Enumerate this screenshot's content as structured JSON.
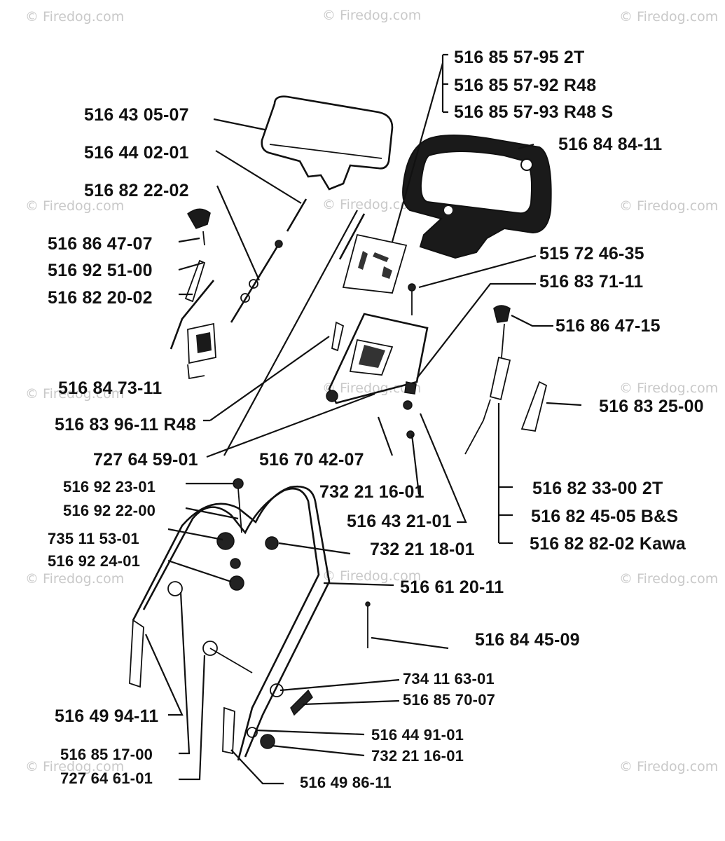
{
  "watermark": {
    "text": "© Firedog.com",
    "color": "#c9c9c9"
  },
  "diagram": {
    "ink_color": "#111111",
    "labels": [
      {
        "id": "l01",
        "text": "516 85 57-95 2T"
      },
      {
        "id": "l02",
        "text": "516 85 57-92 R48"
      },
      {
        "id": "l03",
        "text": "516 85 57-93 R48 S"
      },
      {
        "id": "l04",
        "text": "516 43 05-07"
      },
      {
        "id": "l05",
        "text": "516 84 84-11"
      },
      {
        "id": "l06",
        "text": "516 44 02-01"
      },
      {
        "id": "l07",
        "text": "516 82 22-02"
      },
      {
        "id": "l08",
        "text": "516 86 47-07"
      },
      {
        "id": "l09",
        "text": "516 92 51-00"
      },
      {
        "id": "l10",
        "text": "516 82 20-02"
      },
      {
        "id": "l11",
        "text": "515 72 46-35"
      },
      {
        "id": "l12",
        "text": "516 83 71-11"
      },
      {
        "id": "l13",
        "text": "516 86 47-15"
      },
      {
        "id": "l14",
        "text": "516 84 73-11"
      },
      {
        "id": "l15",
        "text": "516 83 25-00"
      },
      {
        "id": "l16",
        "text": "516 83 96-11 R48"
      },
      {
        "id": "l17",
        "text": "727 64 59-01"
      },
      {
        "id": "l18",
        "text": "516 70 42-07"
      },
      {
        "id": "l19",
        "text": "516 92 23-01"
      },
      {
        "id": "l20",
        "text": "732 21 16-01"
      },
      {
        "id": "l21",
        "text": "516 82 33-00 2T"
      },
      {
        "id": "l22",
        "text": "516 92 22-00"
      },
      {
        "id": "l23",
        "text": "516 43 21-01"
      },
      {
        "id": "l24",
        "text": "516 82 45-05 B&S"
      },
      {
        "id": "l25",
        "text": "735 11 53-01"
      },
      {
        "id": "l26",
        "text": "732 21 18-01"
      },
      {
        "id": "l27",
        "text": "516 82 82-02 Kawa"
      },
      {
        "id": "l28",
        "text": "516 92 24-01"
      },
      {
        "id": "l29",
        "text": "516 61 20-11"
      },
      {
        "id": "l30",
        "text": "516 84 45-09"
      },
      {
        "id": "l31",
        "text": "734 11 63-01"
      },
      {
        "id": "l32",
        "text": "516 85 70-07"
      },
      {
        "id": "l33",
        "text": "516 49 94-11"
      },
      {
        "id": "l34",
        "text": "516 44 91-01"
      },
      {
        "id": "l35",
        "text": "516 85 17-00"
      },
      {
        "id": "l36",
        "text": "732 21 16-01"
      },
      {
        "id": "l37",
        "text": "727 64 61-01"
      },
      {
        "id": "l38",
        "text": "516 49 86-11"
      }
    ]
  }
}
